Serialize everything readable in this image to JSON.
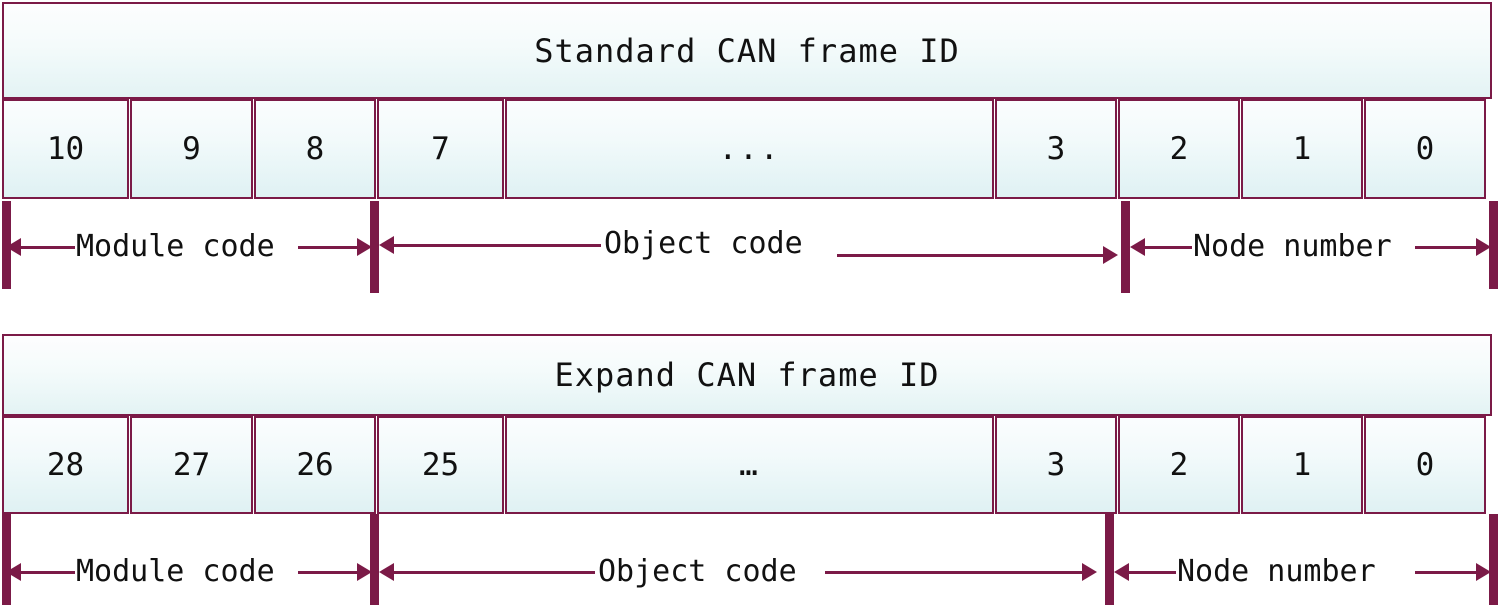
{
  "diagrams": [
    {
      "id": "standard",
      "title": "Standard CAN frame ID",
      "bits": [
        {
          "label": "10",
          "kind": "bit"
        },
        {
          "label": "9",
          "kind": "bit"
        },
        {
          "label": "8",
          "kind": "bit"
        },
        {
          "label": "7",
          "kind": "bit"
        },
        {
          "label": "...",
          "kind": "ellipsis"
        },
        {
          "label": "3",
          "kind": "bit"
        },
        {
          "label": "2",
          "kind": "bit"
        },
        {
          "label": "1",
          "kind": "bit"
        },
        {
          "label": "0",
          "kind": "bit"
        }
      ],
      "spans": [
        {
          "label": "Module code",
          "from_bit": "10",
          "to_bit": "8"
        },
        {
          "label": "Object code",
          "from_bit": "7",
          "to_bit": "3"
        },
        {
          "label": "Node number",
          "from_bit": "2",
          "to_bit": "0"
        }
      ]
    },
    {
      "id": "expand",
      "title": "Expand CAN frame ID",
      "bits": [
        {
          "label": "28",
          "kind": "bit"
        },
        {
          "label": "27",
          "kind": "bit"
        },
        {
          "label": "26",
          "kind": "bit"
        },
        {
          "label": "25",
          "kind": "bit"
        },
        {
          "label": "…",
          "kind": "ellipsis"
        },
        {
          "label": "3",
          "kind": "bit"
        },
        {
          "label": "2",
          "kind": "bit"
        },
        {
          "label": "1",
          "kind": "bit"
        },
        {
          "label": "0",
          "kind": "bit"
        }
      ],
      "spans": [
        {
          "label": "Module code",
          "from_bit": "28",
          "to_bit": "26"
        },
        {
          "label": "Object code",
          "from_bit": "25",
          "to_bit": "3"
        },
        {
          "label": "Node number",
          "from_bit": "2",
          "to_bit": "0"
        }
      ]
    }
  ],
  "colors": {
    "border": "#7B1A47",
    "cell_fill_top": "#fbfdfe",
    "cell_fill_bottom": "#dff1f3",
    "text": "#111111"
  }
}
